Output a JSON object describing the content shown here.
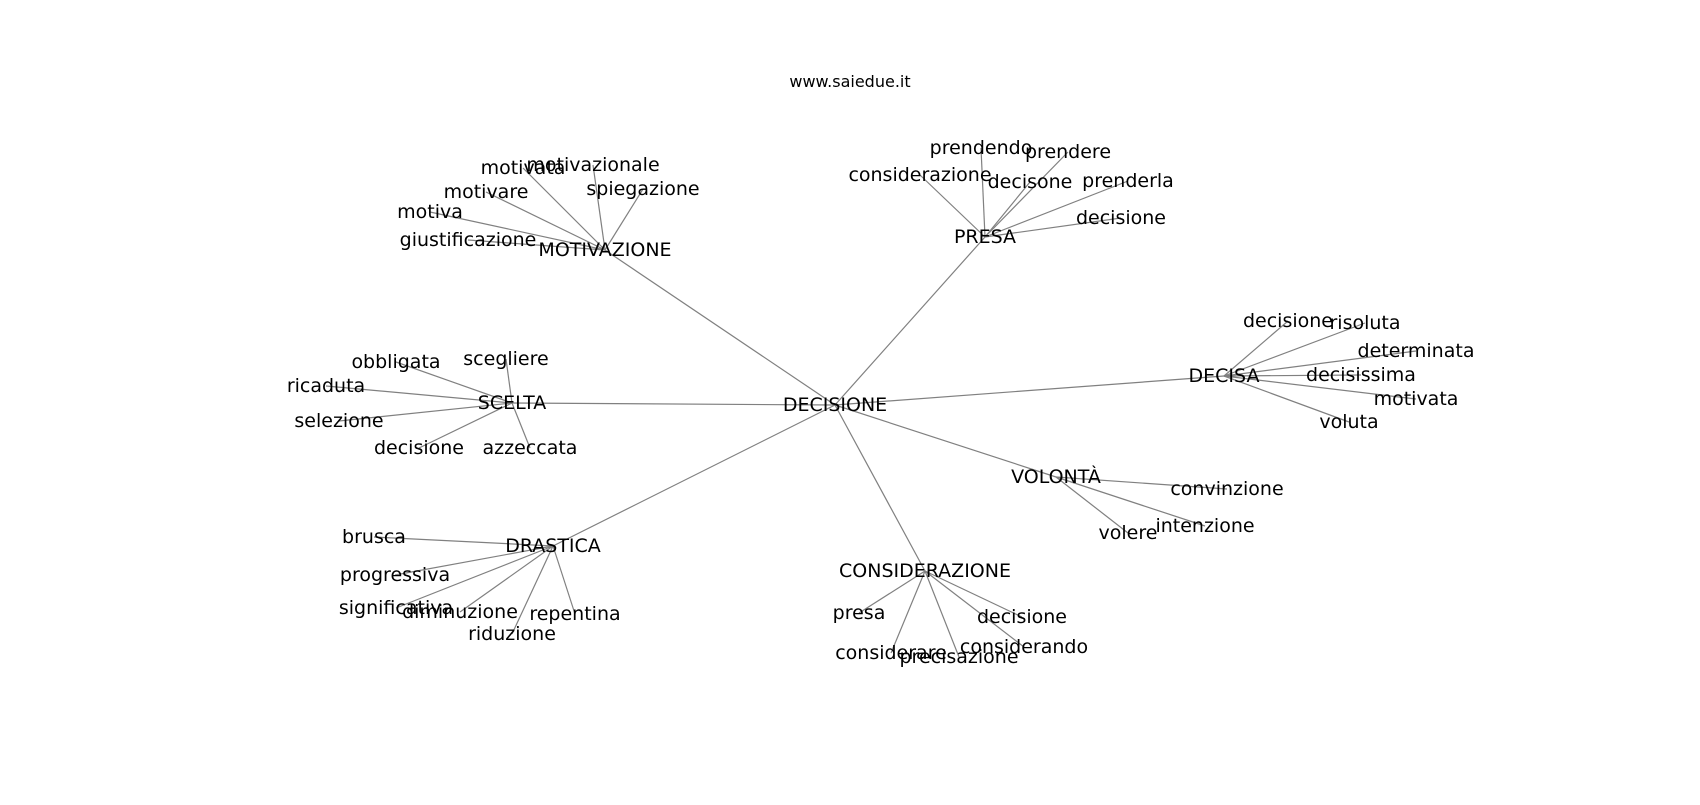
{
  "watermark": "www.saiedue.it",
  "diagram": {
    "root": "DECISIONE",
    "groups": [
      {
        "id": "motivazione",
        "label": "MOTIVAZIONE",
        "children": [
          "motivata",
          "motivazionale",
          "motivare",
          "spiegazione",
          "motiva",
          "giustificazione"
        ]
      },
      {
        "id": "presa",
        "label": "PRESA",
        "children": [
          "prendendo",
          "prendere",
          "considerazione",
          "decisone",
          "prenderla",
          "decisione"
        ]
      },
      {
        "id": "decisa",
        "label": "DECISA",
        "children": [
          "decisione",
          "risoluta",
          "determinata",
          "decisissima",
          "motivata",
          "voluta"
        ]
      },
      {
        "id": "scelta",
        "label": "SCELTA",
        "children": [
          "obbligata",
          "scegliere",
          "ricaduta",
          "selezione",
          "decisione",
          "azzeccata"
        ]
      },
      {
        "id": "volonta",
        "label": "VOLONTÀ",
        "children": [
          "convinzione",
          "intenzione",
          "volere"
        ]
      },
      {
        "id": "drastica",
        "label": "DRASTICA",
        "children": [
          "brusca",
          "progressiva",
          "significativa",
          "diminuzione",
          "repentina",
          "riduzione"
        ]
      },
      {
        "id": "considerazione",
        "label": "CONSIDERAZIONE",
        "children": [
          "presa",
          "decisione",
          "considerando",
          "considerare",
          "precisazione"
        ]
      }
    ]
  }
}
